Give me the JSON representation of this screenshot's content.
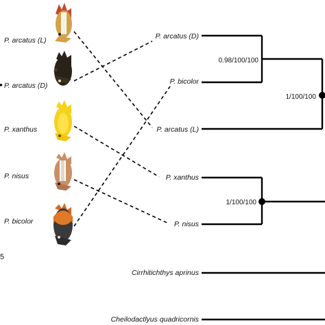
{
  "fish_labels": [
    {
      "id": "arcatus-l",
      "text": "P. arcatus (L)"
    },
    {
      "id": "arcatus-d",
      "text": "P. arcatus (D)"
    },
    {
      "id": "xanthus",
      "text": "P. xanthus"
    },
    {
      "id": "nisus",
      "text": "P. nisus"
    },
    {
      "id": "bicolor",
      "text": "P. bicolor"
    }
  ],
  "tree_tips": [
    {
      "id": "arcatus-d",
      "text": "P. arcatus (D)"
    },
    {
      "id": "bicolor",
      "text": "P. bicolor"
    },
    {
      "id": "arcatus-l",
      "text": "P. arcatus (L)"
    },
    {
      "id": "xanthus",
      "text": "P. xanthus"
    },
    {
      "id": "nisus",
      "text": "P. nisus"
    },
    {
      "id": "cirrhitichthys",
      "text": "Cirrhitichthys aprinus"
    },
    {
      "id": "cheilodactylus",
      "text": "Cheilodactlyus quadricornis"
    }
  ],
  "support_values": {
    "arcatus_d_bicolor": "0.98/100/100",
    "arcatus_clade": "1/100/100",
    "xanthus_nisus": "1/100/100"
  },
  "edge_fragments": {
    "left_digit": "5"
  },
  "colors": {
    "line": "#000000",
    "arcatus_l": "#d4a24a",
    "arcatus_d": "#2a2218",
    "xanthus": "#f5d21c",
    "nisus": "#c98f66",
    "bicolor_front": "#d66a1e",
    "bicolor_back": "#3a3a3a"
  }
}
